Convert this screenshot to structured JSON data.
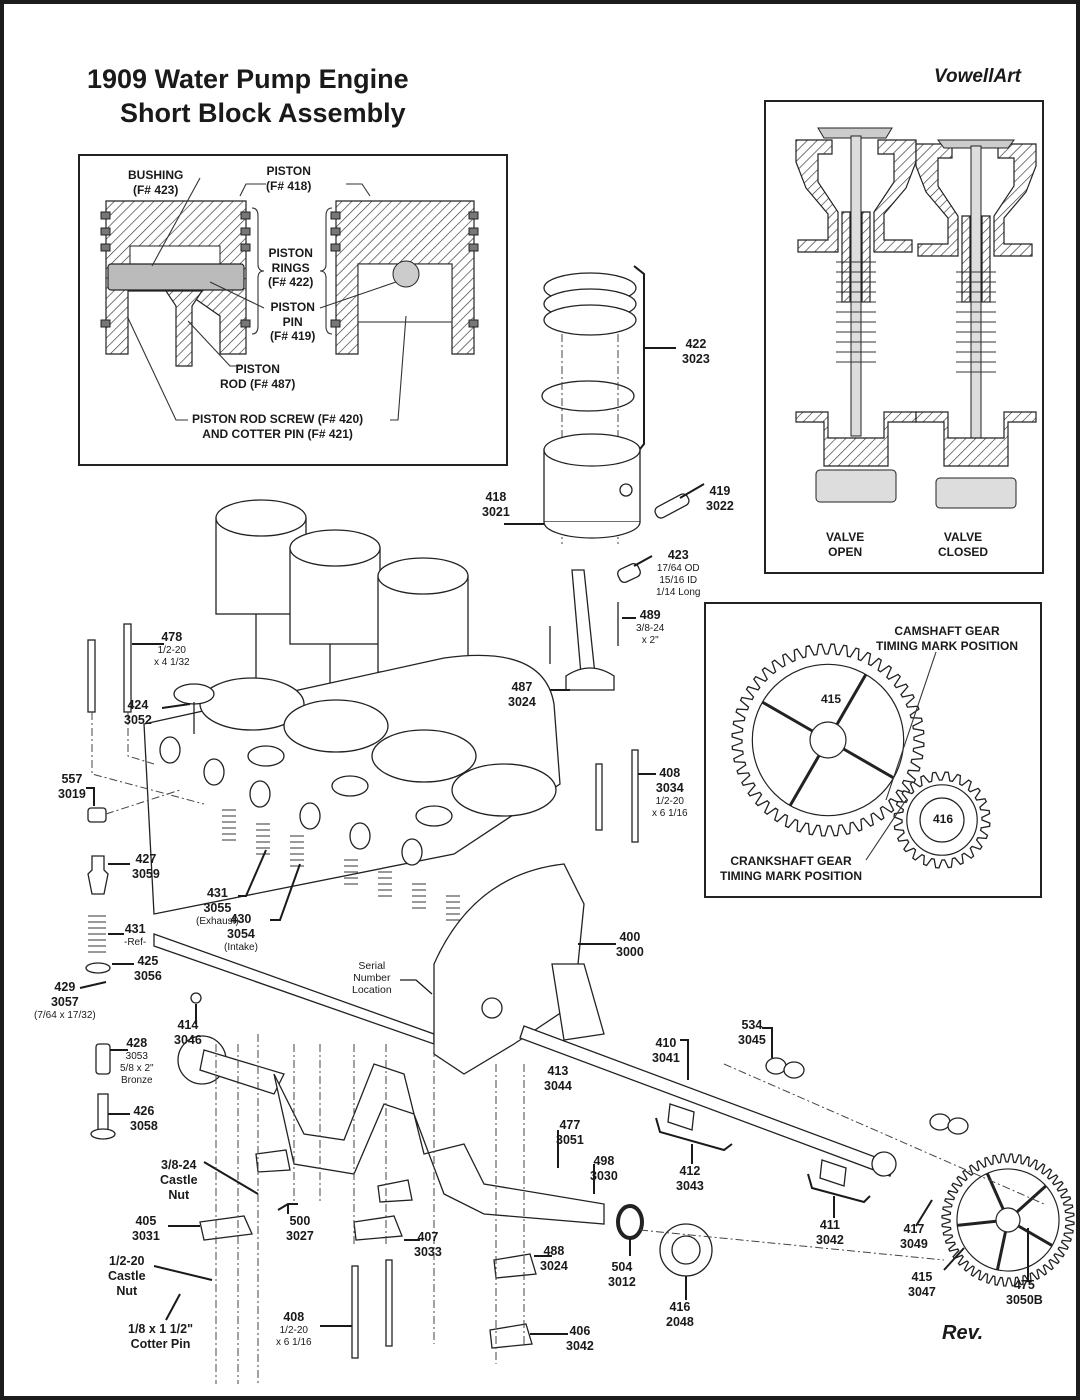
{
  "header": {
    "title_line1": "1909 Water Pump Engine",
    "title_line2": "Short Block Assembly",
    "brand": "VowellArt",
    "revision": "Rev."
  },
  "piston_detail_inset": {
    "labels": {
      "bushing": [
        "BUSHING",
        "(F# 423)"
      ],
      "piston": [
        "PISTON",
        "(F# 418)"
      ],
      "piston_rings": [
        "PISTON",
        "RINGS",
        "(F# 422)"
      ],
      "piston_pin": [
        "PISTON",
        "PIN",
        "(F# 419)"
      ],
      "piston_rod": [
        "PISTON",
        "ROD (F# 487)"
      ],
      "rod_screw": [
        "PISTON ROD SCREW  (F# 420)",
        "AND COTTER PIN (F# 421)"
      ]
    }
  },
  "valve_inset": {
    "open_label": [
      "VALVE",
      "OPEN"
    ],
    "closed_label": [
      "VALVE",
      "CLOSED"
    ]
  },
  "timing_inset": {
    "camshaft_label": [
      "CAMSHAFT GEAR",
      "TIMING MARK POSITION"
    ],
    "crankshaft_label": [
      "CRANKSHAFT GEAR",
      "TIMING MARK POSITION"
    ],
    "cam_gear_number": "415",
    "crank_gear_number": "416"
  },
  "callouts": [
    {
      "id": "c422",
      "part": "422",
      "code": "3023"
    },
    {
      "id": "c418",
      "part": "418",
      "code": "3021"
    },
    {
      "id": "c419",
      "part": "419",
      "code": "3022"
    },
    {
      "id": "c423",
      "part": "423",
      "notes": [
        "17/64 OD",
        "15/16 ID",
        "1/14 Long"
      ]
    },
    {
      "id": "c489",
      "part": "489",
      "notes": [
        "3/8-24",
        "x 2\""
      ]
    },
    {
      "id": "c487",
      "part": "487",
      "code": "3024"
    },
    {
      "id": "c478",
      "part": "478",
      "notes": [
        "1/2-20",
        "x 4 1/32"
      ]
    },
    {
      "id": "c424",
      "part": "424",
      "code": "3052"
    },
    {
      "id": "c557",
      "part": "557",
      "code": "3019"
    },
    {
      "id": "c408a",
      "part": "408",
      "code": "3034",
      "notes": [
        "1/2-20",
        "x 6 1/16"
      ]
    },
    {
      "id": "c427",
      "part": "427",
      "code": "3059"
    },
    {
      "id": "c431a",
      "part": "431",
      "code": "3055",
      "note": "(Exhaust)"
    },
    {
      "id": "c430",
      "part": "430",
      "code": "3054",
      "note": "(Intake)"
    },
    {
      "id": "c431b",
      "part": "431",
      "note": "-Ref-"
    },
    {
      "id": "c425",
      "part": "425",
      "code": "3056"
    },
    {
      "id": "c429",
      "part": "429",
      "code": "3057",
      "note": "(7/64 x 17/32)"
    },
    {
      "id": "c414",
      "part": "414",
      "code": "3046"
    },
    {
      "id": "c400",
      "part": "400",
      "code": "3000"
    },
    {
      "id": "c428",
      "part": "428",
      "code": "3053",
      "notes": [
        "5/8 x 2\"",
        "Bronze"
      ]
    },
    {
      "id": "c426",
      "part": "426",
      "code": "3058"
    },
    {
      "id": "c413",
      "part": "413",
      "code": "3044"
    },
    {
      "id": "c410",
      "part": "410",
      "code": "3041"
    },
    {
      "id": "c534",
      "part": "534",
      "code": "3045"
    },
    {
      "id": "c412",
      "part": "412",
      "code": "3043"
    },
    {
      "id": "c477",
      "part": "477",
      "code": "3051"
    },
    {
      "id": "c498",
      "part": "498",
      "code": "3030"
    },
    {
      "id": "c411",
      "part": "411",
      "code": "3042"
    },
    {
      "id": "c417",
      "part": "417",
      "code": "3049"
    },
    {
      "id": "c415",
      "part": "415",
      "code": "3047"
    },
    {
      "id": "c475",
      "part": "475",
      "code": "3050B"
    },
    {
      "id": "c504",
      "part": "504",
      "code": "3012"
    },
    {
      "id": "c416",
      "part": "416",
      "code": "2048"
    },
    {
      "id": "c488",
      "part": "488",
      "code": "3024"
    },
    {
      "id": "c407",
      "part": "407",
      "code": "3033"
    },
    {
      "id": "c406",
      "part": "406",
      "code": "3042"
    },
    {
      "id": "c405",
      "part": "405",
      "code": "3031"
    },
    {
      "id": "c500",
      "part": "500",
      "code": "3027"
    },
    {
      "id": "c408b",
      "part": "408",
      "notes": [
        "1/2-20",
        "x 6 1/16"
      ]
    }
  ],
  "text_notes": {
    "castle_nut_38": [
      "3/8-24",
      "Castle",
      "Nut"
    ],
    "castle_nut_12": [
      "1/2-20",
      "Castle",
      "Nut"
    ],
    "cotter_pin": [
      "1/8 x 1 1/2\"",
      "Cotter Pin"
    ],
    "serial_number": [
      "Serial",
      "Number",
      "Location"
    ]
  }
}
